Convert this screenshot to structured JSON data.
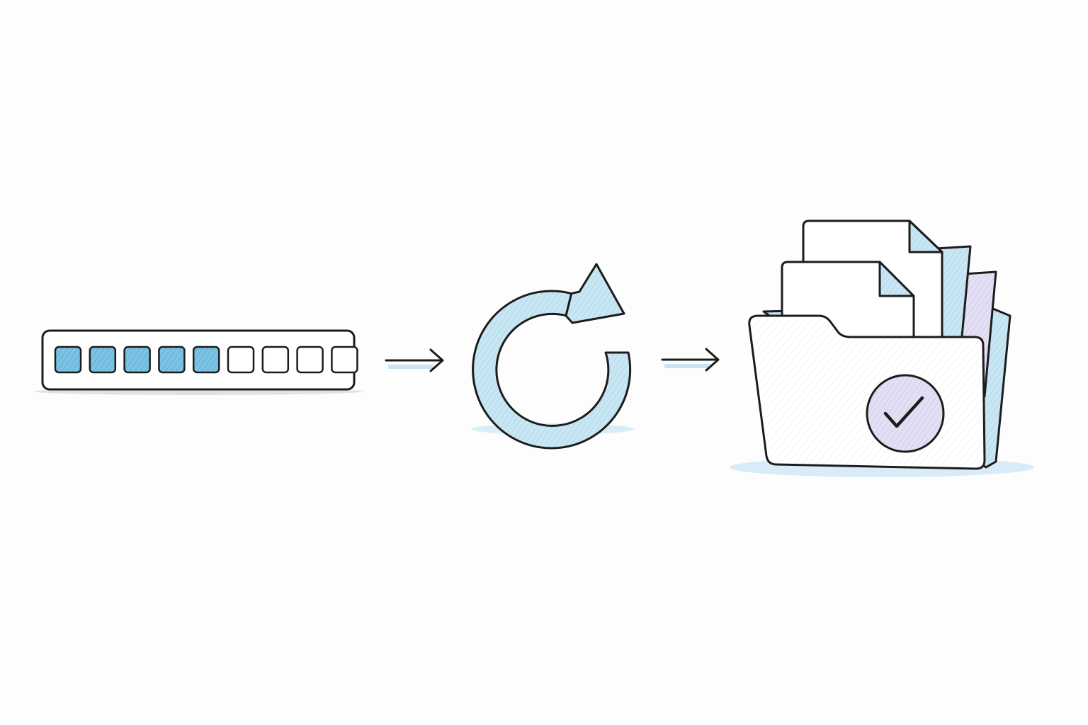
{
  "diagram": {
    "steps": [
      {
        "id": "progress",
        "icon": "progress-bar-icon",
        "progress": {
          "filled_segments": 5,
          "total_segments": 9
        }
      },
      {
        "id": "refresh",
        "icon": "refresh-icon"
      },
      {
        "id": "complete",
        "icon": "folder-complete-icon",
        "badge_icon": "check-icon"
      }
    ],
    "connectors": [
      "arrow-right-icon",
      "arrow-right-icon"
    ]
  },
  "colors": {
    "background": "#fdfdfd",
    "ink": "#1c1c1c",
    "accent_blue": "#7cc3e3",
    "accent_blue_light": "#c9e6f3",
    "accent_lavender": "#dcd6f0",
    "paper": "#ffffff"
  }
}
